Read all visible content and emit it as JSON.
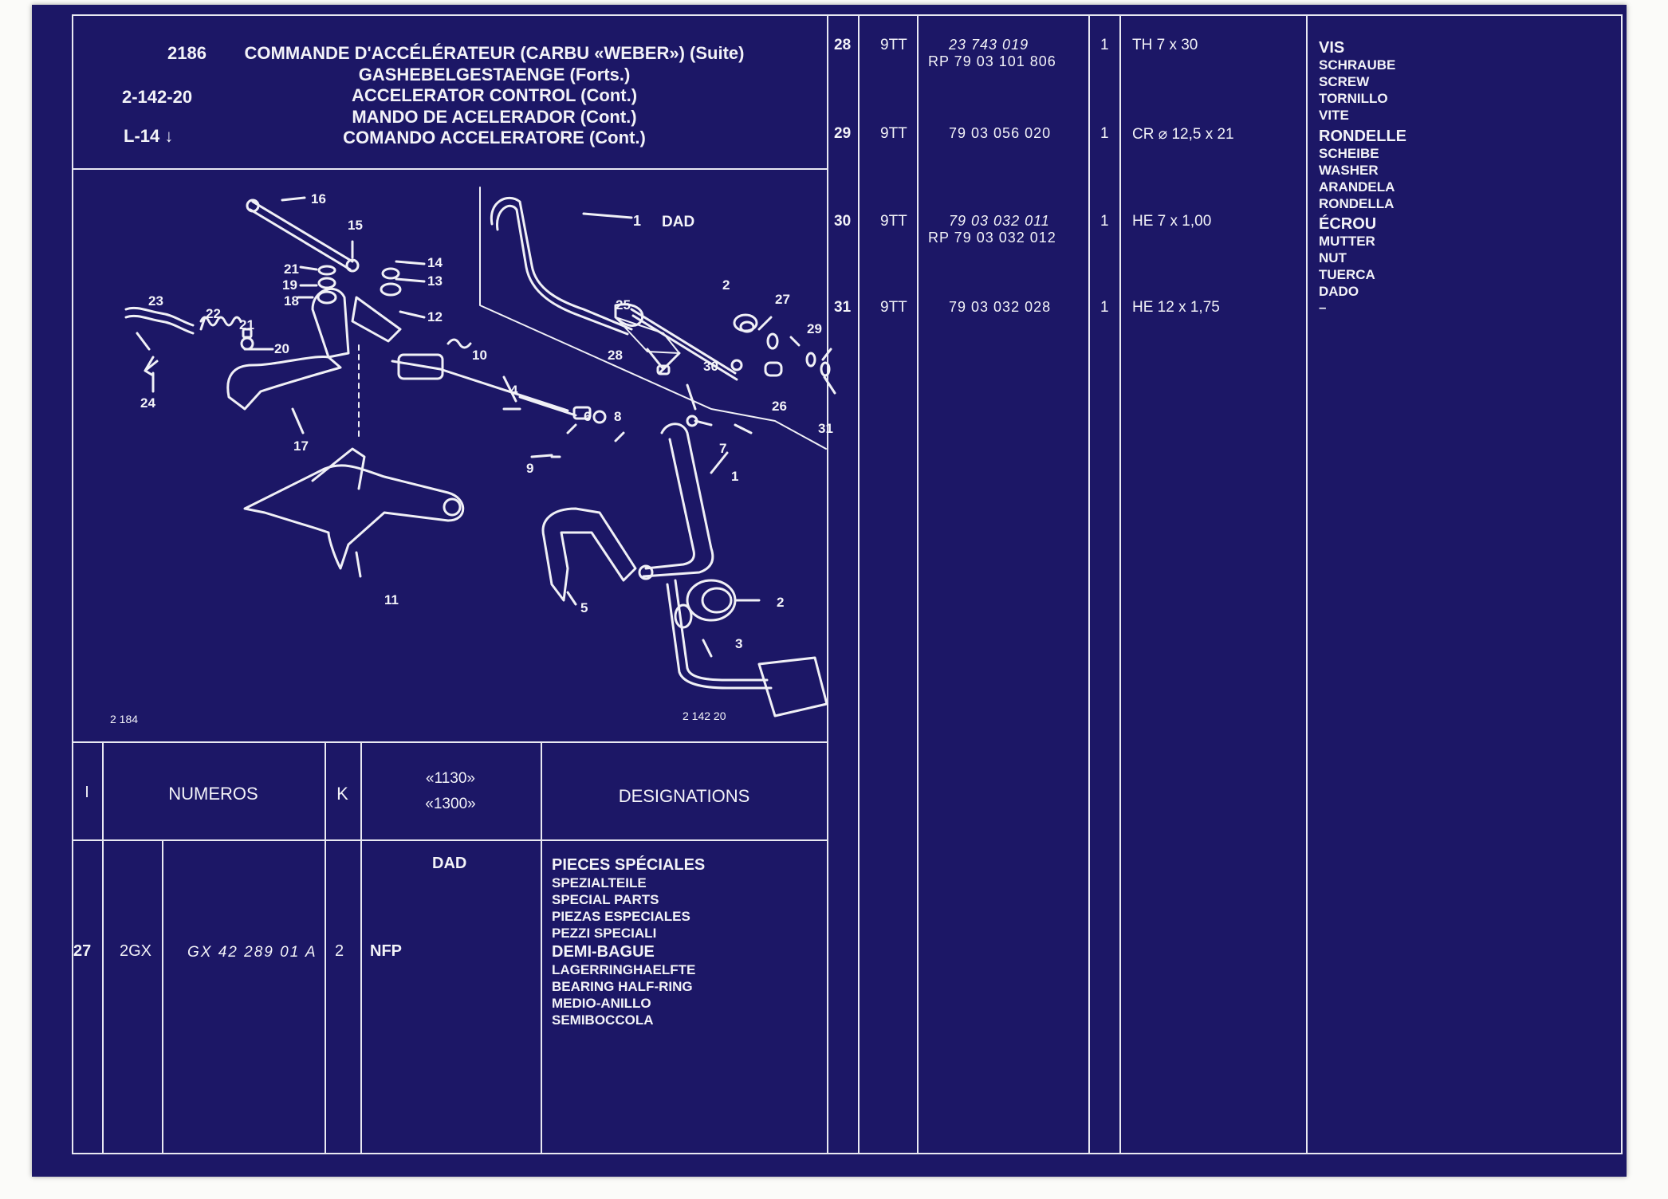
{
  "header": {
    "ref_main": "2186",
    "ref_sub": "2-142-20",
    "ref_small": "L-14",
    "titles": [
      "COMMANDE D'ACCÉLÉRATEUR (CARBU «WEBER») (Suite)",
      "GASHEBELGESTAENGE (Forts.)",
      "ACCELERATOR CONTROL (Cont.)",
      "MANDO DE ACELERADOR (Cont.)",
      "COMANDO ACCELERATORE (Cont.)"
    ]
  },
  "diagram": {
    "variant_label": "DAD",
    "ref_left": "2 184",
    "ref_right": "2 142 20",
    "callouts": [
      "1",
      "1",
      "2",
      "2",
      "3",
      "4",
      "5",
      "6",
      "7",
      "8",
      "9",
      "10",
      "11",
      "12",
      "13",
      "14",
      "15",
      "16",
      "17",
      "18",
      "19",
      "20",
      "21",
      "21",
      "22",
      "23",
      "24",
      "25",
      "26",
      "27",
      "28",
      "29",
      "30",
      "31"
    ]
  },
  "table_left": {
    "headers": {
      "item": "I",
      "numbers": "NUMEROS",
      "k": "K",
      "models": [
        "«1130»",
        "«1300»"
      ],
      "designations": "DESIGNATIONS"
    },
    "variant": "DAD",
    "section": {
      "title": "PIECES SPÉCIALES",
      "translations": [
        "SPEZIALTEILE",
        "SPECIAL PARTS",
        "PIEZAS ESPECIALES",
        "PEZZI SPECIALI"
      ]
    },
    "row": {
      "item": "27",
      "code": "2GX",
      "number": "GX 42 289 01 A",
      "qty": "2",
      "remark": "NFP",
      "name": "DEMI-BAGUE",
      "translations": [
        "LAGERRINGHAELFTE",
        "BEARING HALF-RING",
        "MEDIO-ANILLO",
        "SEMIBOCCOLA"
      ]
    }
  },
  "table_right": {
    "rows": [
      {
        "item": "28",
        "code": "9TT",
        "number": "23 743 019",
        "number_alt": "RP 79 03 101 806",
        "qty": "1",
        "spec": "TH 7 x 30",
        "name": "VIS",
        "translations": [
          "SCHRAUBE",
          "SCREW",
          "TORNILLO",
          "VITE"
        ]
      },
      {
        "item": "29",
        "code": "9TT",
        "number": "79 03 056 020",
        "number_alt": "",
        "qty": "1",
        "spec": "CR ⌀ 12,5 x 21",
        "name": "RONDELLE",
        "translations": [
          "SCHEIBE",
          "WASHER",
          "ARANDELA",
          "RONDELLA"
        ]
      },
      {
        "item": "30",
        "code": "9TT",
        "number": "79 03 032 011",
        "number_alt": "RP 79 03 032 012",
        "qty": "1",
        "spec": "HE 7 x 1,00",
        "name": "ÉCROU",
        "translations": [
          "MUTTER",
          "NUT",
          "TUERCA",
          "DADO"
        ]
      },
      {
        "item": "31",
        "code": "9TT",
        "number": "79 03 032 028",
        "number_alt": "",
        "qty": "1",
        "spec": "HE 12 x 1,75",
        "name": "",
        "translations": [
          "–"
        ]
      }
    ]
  }
}
